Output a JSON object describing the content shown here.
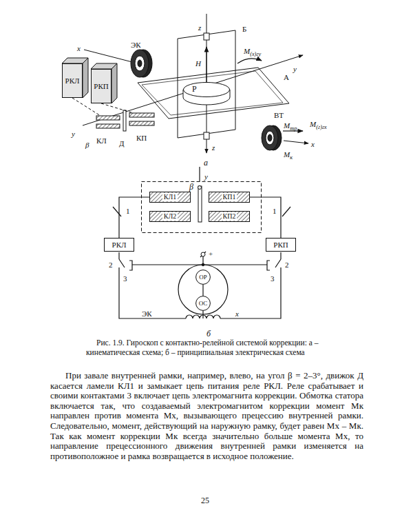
{
  "diagram": {
    "caption": "Рис. 1.9. Гироскоп с контактно-релейной системой коррекции: а – кинематическая схема; б – принципиальная электрическая схема",
    "nodes": [
      {
        "text": [
          "РКЛ"
        ]
      },
      {
        "text": [
          "РКП"
        ]
      },
      {
        "text": [
          "Р"
        ]
      },
      {
        "text": [
          "β"
        ]
      },
      {
        "text": [
          "КЛ1"
        ],
        "in": 3
      },
      {
        "text": [
          "КП1"
        ],
        "in": 3
      },
      {
        "text": [
          "КЛ2"
        ],
        "in": 3
      },
      {
        "text": [
          "КП2"
        ],
        "in": 3
      },
      {
        "text": [
          "РКЛ"
        ]
      },
      {
        "text": [
          "РКП"
        ]
      },
      {
        "text": [
          "ОР"
        ]
      },
      {
        "text": [
          "ОС"
        ]
      }
    ],
    "edges": [
      {
        "from": 4,
        "to": 8,
        "arrow": "none"
      },
      {
        "from": 5,
        "to": 9,
        "arrow": "none"
      },
      {
        "from": 10,
        "to": 11,
        "arrow": "none"
      }
    ],
    "labels": [
      "x",
      "ЭК",
      "z",
      "Б",
      "H",
      "M(x)гу",
      "y",
      "А",
      "ВТ",
      "Mтр",
      "M(г)гх",
      "x",
      "Mк",
      "y",
      "β",
      "КЛ",
      "Д",
      "КП",
      "z",
      "а",
      "y",
      "1",
      "1",
      "2",
      "3",
      "3",
      "2",
      "+",
      "ЭК",
      "x",
      "б",
      "При завале внутренней рамки, например, влево, на угол β = 2–3°, движок Д касается ламели КЛ1 и замыкает цепь питания реле РКЛ. Реле срабатывает и своими контактами 3 включает цепь электромагнита коррекции. Обмотка статора включается так, что создаваемый электромагнитом коррекции момент Mк направлен против момента Mx, вызывающего прецессию внутренней рамки. Следовательно, момент, действующий на наружную рамку, будет равен Mx – Mк. Так как момент коррекции Mк всегда значительно больше момента Mx, то направление прецессионного движения внутренней рамки изменяется на противоположное и рамка возвращается в исходное положение.",
      "25"
    ]
  }
}
